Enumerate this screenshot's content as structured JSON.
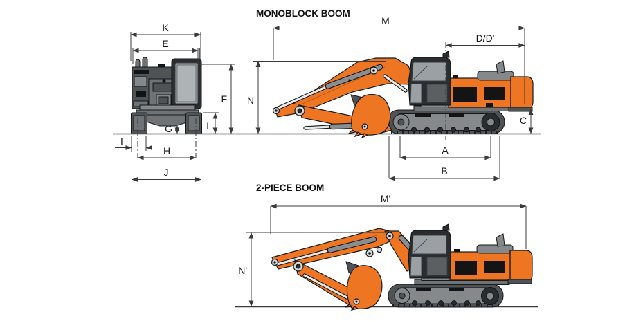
{
  "titles": {
    "monoblock": "MONOBLOCK BOOM",
    "two_piece": "2-PIECE BOOM"
  },
  "rear_view_dims": {
    "K": "K",
    "E": "E",
    "F": "F",
    "L": "L",
    "G": "G",
    "I": "I",
    "H": "H",
    "J": "J"
  },
  "monoblock_dims": {
    "M": "M",
    "DD": "D/D'",
    "N": "N",
    "C": "C",
    "A": "A",
    "B": "B"
  },
  "two_piece_dims": {
    "M2": "M'",
    "N2": "N'"
  },
  "colors": {
    "machine_orange": "#ee7623",
    "machine_grey": "#6f7376",
    "cab_dark": "#2a2d2f",
    "dimension_line": "#3a3a3a",
    "background": "#ffffff"
  }
}
